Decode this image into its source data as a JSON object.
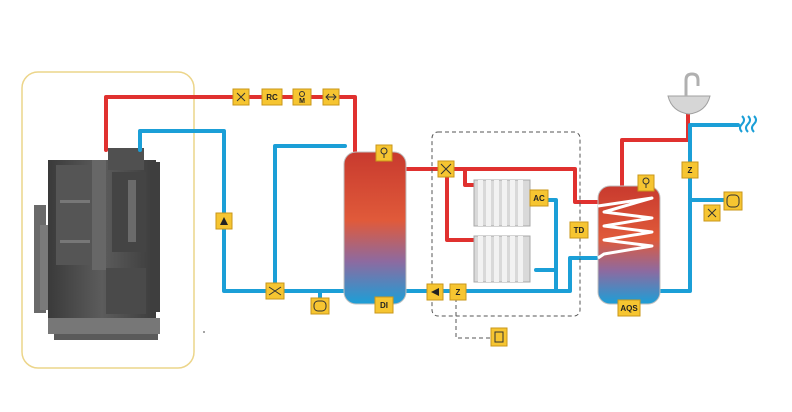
{
  "colors": {
    "hot": "#e0312f",
    "cold": "#1b9fd7",
    "tag": "#f6c531",
    "tag_border": "#c9971a",
    "boiler_frame": "#ecd58a",
    "boiler_body": "#4a4a4a",
    "dashed": "#555555"
  },
  "labels": {
    "rc": "RC",
    "m": "M",
    "ac": "AC",
    "td": "TD",
    "di": "DI",
    "aqs": "AQS",
    "z1": "Z",
    "z2": "Z"
  },
  "icons": [
    "boiler-icon",
    "pump-icon",
    "valve-icon",
    "thermometer-icon",
    "mixing-valve-icon",
    "expansion-vessel-icon",
    "controller-icon",
    "sink-icon",
    "steam-icon",
    "radiator-icon",
    "coil-icon"
  ]
}
